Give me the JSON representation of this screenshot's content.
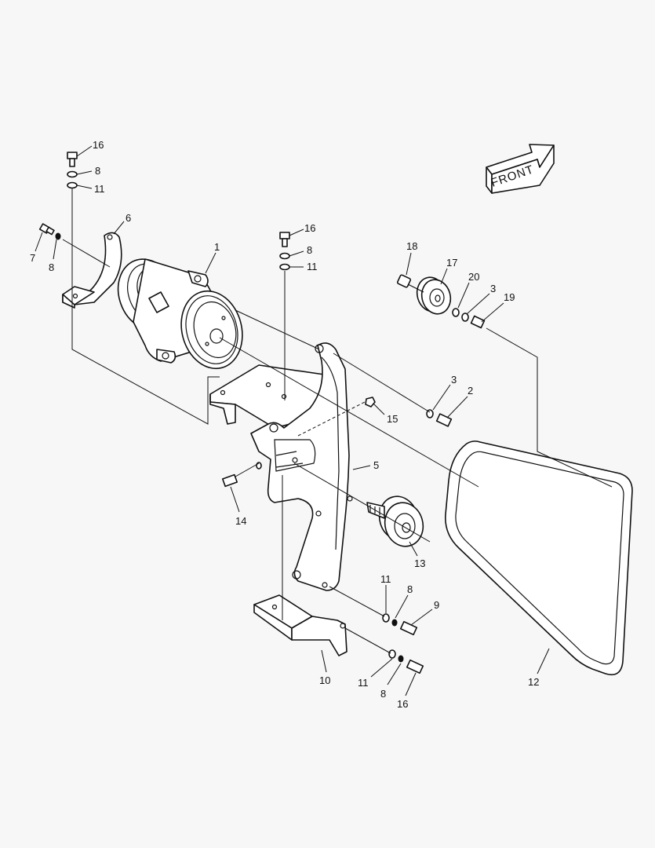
{
  "diagram": {
    "front_label": "FRONT",
    "callouts": {
      "c16a": "16",
      "c8a": "8",
      "c11a": "11",
      "c6": "6",
      "c7": "7",
      "c8b": "8",
      "c1": "1",
      "c16b": "16",
      "c8c": "8",
      "c11b": "11",
      "c18": "18",
      "c17": "17",
      "c20": "20",
      "c3a": "3",
      "c19": "19",
      "c3b": "3",
      "c2": "2",
      "c15": "15",
      "c5": "5",
      "c14": "14",
      "c13": "13",
      "c11c": "11",
      "c8d": "8",
      "c9": "9",
      "c10": "10",
      "c11d": "11",
      "c8e": "8",
      "c16c": "16",
      "c12": "12"
    }
  }
}
